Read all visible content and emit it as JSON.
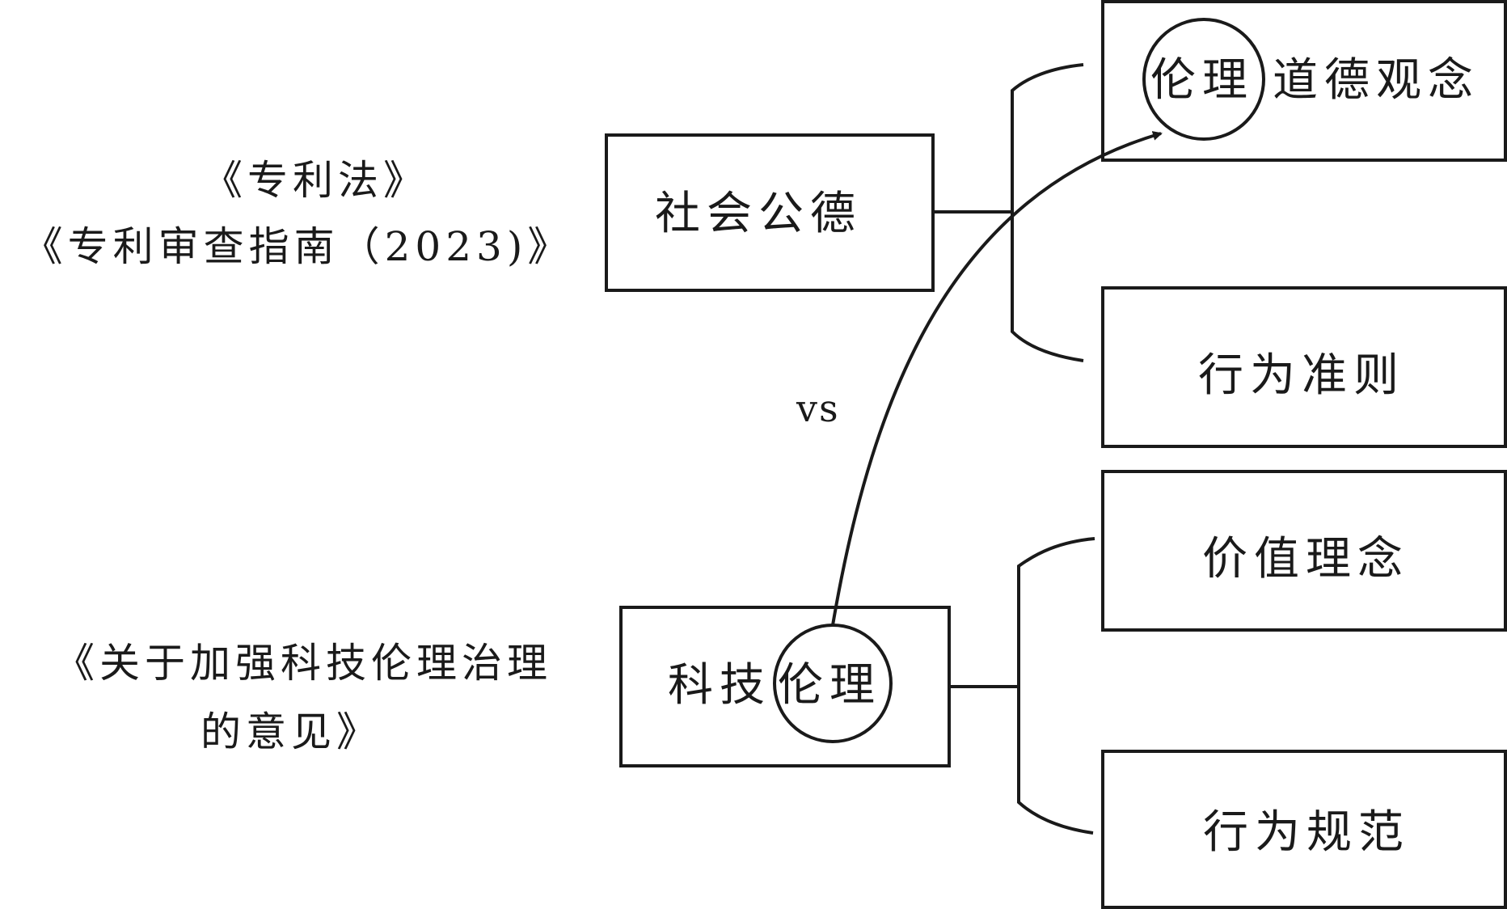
{
  "laws": {
    "patent_law": "《专利法》",
    "patent_guide": "《专利审查指南（2023)》",
    "ethics_opinion_line1": "《关于加强科技伦理治理",
    "ethics_opinion_line2": "的意见》"
  },
  "center": {
    "social_morality": "社会公德",
    "tech_ethics_prefix": "科技",
    "tech_ethics_circled": "伦理",
    "vs": "vs"
  },
  "right": {
    "moral_concepts_circled": "伦理",
    "moral_concepts_rest": "道德观念",
    "conduct_norms": "行为准则",
    "value_concepts": "价值理念",
    "behavior_standards": "行为规范"
  },
  "colors": {
    "stroke": "#1a1a1a",
    "background": "#ffffff"
  }
}
